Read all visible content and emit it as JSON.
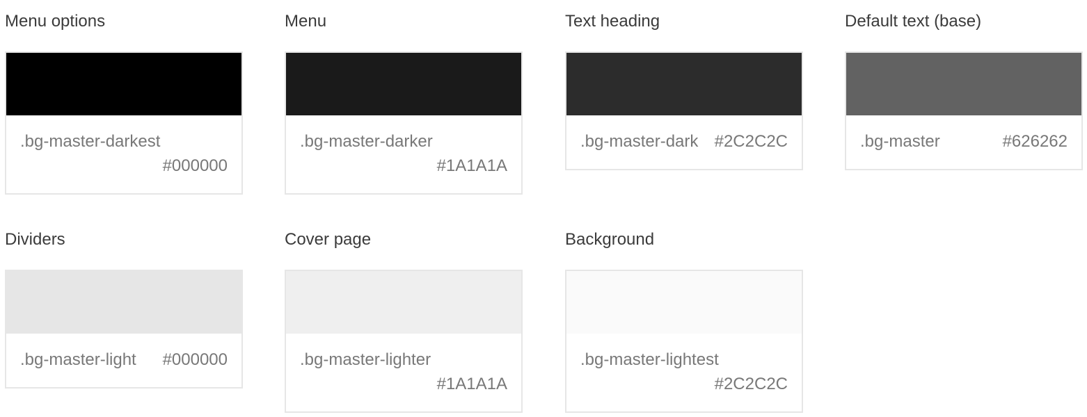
{
  "swatches": [
    {
      "title": "Menu options",
      "class_name": ".bg-master-darkest",
      "hex_label": "#000000",
      "color": "#000000"
    },
    {
      "title": "Menu",
      "class_name": ".bg-master-darker",
      "hex_label": "#1A1A1A",
      "color": "#1A1A1A"
    },
    {
      "title": "Text heading",
      "class_name": ".bg-master-dark",
      "hex_label": "#2C2C2C",
      "color": "#2C2C2C"
    },
    {
      "title": "Default text (base)",
      "class_name": ".bg-master",
      "hex_label": "#626262",
      "color": "#626262"
    },
    {
      "title": "Dividers",
      "class_name": ".bg-master-light",
      "hex_label": "#000000",
      "color": "#E6E6E6"
    },
    {
      "title": "Cover page",
      "class_name": ".bg-master-lighter",
      "hex_label": "#1A1A1A",
      "color": "#EFEFEF"
    },
    {
      "title": "Background",
      "class_name": ".bg-master-lightest",
      "hex_label": "#2C2C2C",
      "color": "#FAFAFA"
    }
  ]
}
